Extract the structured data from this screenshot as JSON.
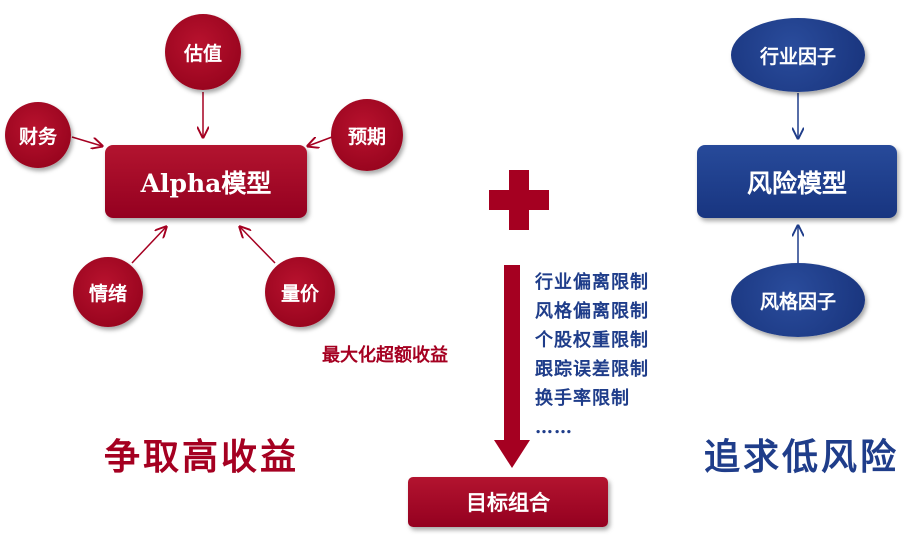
{
  "left": {
    "factors": {
      "valuation": "估值",
      "finance": "财务",
      "expectation": "预期",
      "sentiment": "情绪",
      "volume_price": "量价"
    },
    "model": "Alpha模型",
    "goal": "争取高收益"
  },
  "right": {
    "factors": {
      "industry": "行业因子",
      "style": "风格因子"
    },
    "model": "风险模型",
    "goal": "追求低风险"
  },
  "center": {
    "objective": "最大化超额收益",
    "constraints": [
      "行业偏离限制",
      "风格偏离限制",
      "个股权重限制",
      "跟踪误差限制",
      "换手率限制",
      "……"
    ],
    "result": "目标组合"
  },
  "colors": {
    "red": "#a50021",
    "blue": "#1f3d8a"
  }
}
